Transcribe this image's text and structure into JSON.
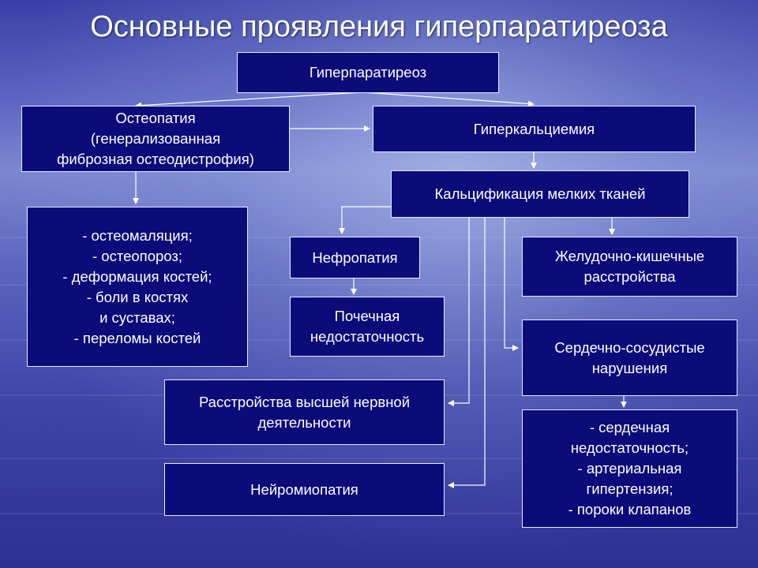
{
  "title": "Основные проявления гиперпаратиреоза",
  "boxes": {
    "root": "Гиперпаратиреоз",
    "osteopathy": "Остеопатия\n(генерализованная\nфиброзная остеодистрофия)",
    "hypercalcemia": "Гиперкальциемия",
    "calcification": "Кальцификация мелких тканей",
    "bone_list": "- остеомаляция;\n- остеопороз;\n- деформация костей;\n- боли в костях\nи суставах;\n- переломы костей",
    "nephropathy": "Нефропатия",
    "renal_failure": "Почечная\nнедостаточность",
    "gi_disorders": "Желудочно-кишечные\nрасстройства",
    "cardiovascular": "Сердечно-сосудистые\nнарушения",
    "cns_disorders": "Расстройства высшей нервной\nдеятельности",
    "neuromyopathy": "Нейромиопатия",
    "cardio_list": "- сердечная\nнедостаточность;\n- артериальная\nгипертензия;\n- пороки клапанов"
  }
}
